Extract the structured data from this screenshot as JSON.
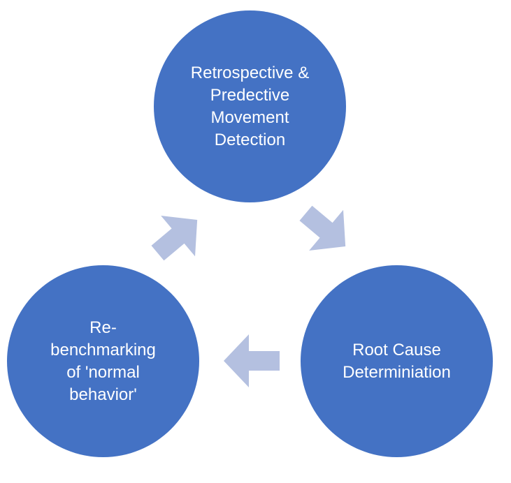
{
  "colors": {
    "node_fill": "#4472C4",
    "node_text": "#FFFFFF",
    "arrow_fill": "#B4C0E0"
  },
  "nodes": {
    "top": {
      "label": "Retrospective &\nPredective\nMovement\nDetection"
    },
    "right": {
      "label": "Root Cause\nDeterminiation"
    },
    "left": {
      "label": "Re-\nbenchmarking\nof 'normal\nbehavior'"
    }
  },
  "arrows": [
    {
      "from": "top",
      "to": "right"
    },
    {
      "from": "right",
      "to": "left"
    },
    {
      "from": "left",
      "to": "top"
    }
  ]
}
